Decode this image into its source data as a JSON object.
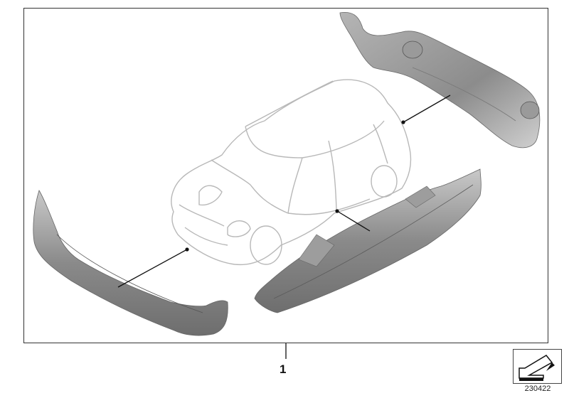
{
  "diagram": {
    "callouts": [
      {
        "label": "1"
      }
    ],
    "diagram_id": "230422",
    "parts": [
      {
        "name": "rear-bumper-trim"
      },
      {
        "name": "front-bumper-trim"
      },
      {
        "name": "side-sill-panel"
      },
      {
        "name": "vehicle-outline"
      }
    ],
    "colors": {
      "frame": "#333333",
      "outline": "#b8b8b8",
      "part": "#8f8f8f",
      "leader": "#111111"
    }
  }
}
